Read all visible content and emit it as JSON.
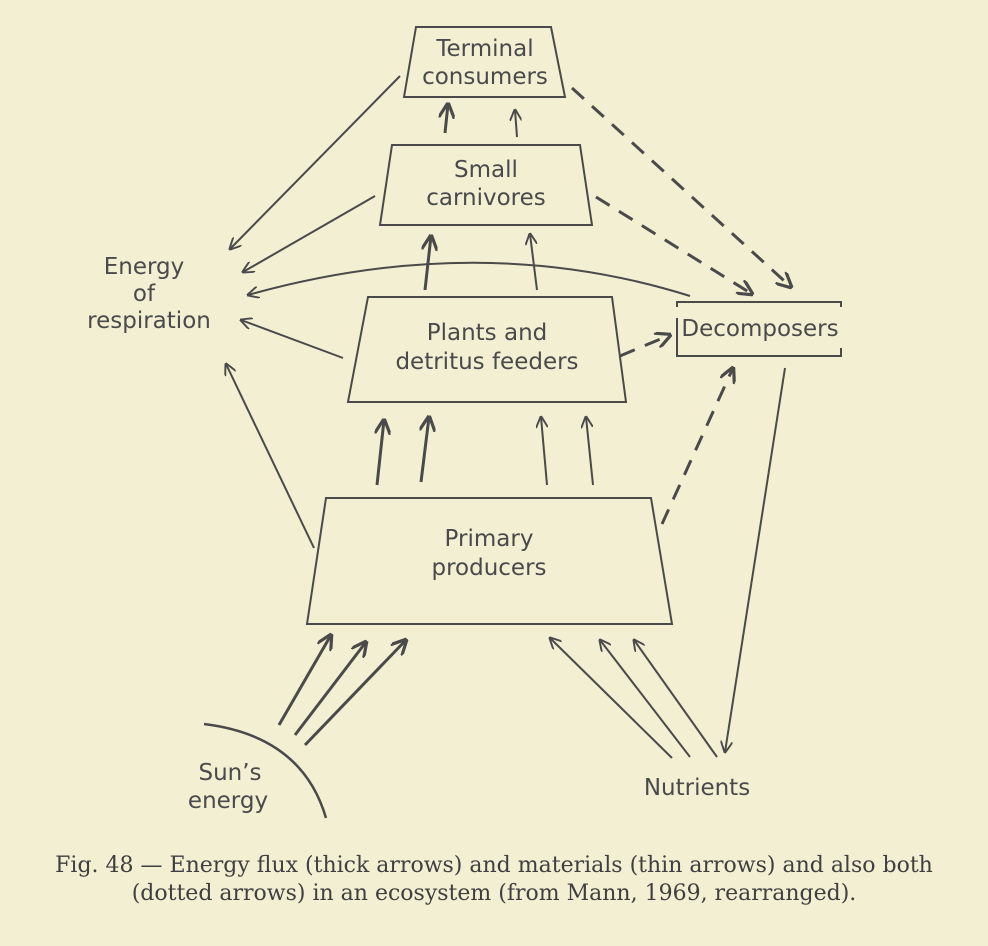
{
  "nodes": {
    "terminal_consumers": [
      "Terminal",
      "consumers"
    ],
    "small_carnivores": [
      "Small",
      "carnivores"
    ],
    "plants_detritus_feeders": [
      "Plants and",
      "detritus feeders"
    ],
    "primary_producers": [
      "Primary",
      "producers"
    ],
    "decomposers": [
      "Decomposers"
    ],
    "energy_of_respiration": [
      "Energy",
      "of",
      "respiration"
    ],
    "suns_energy": [
      "Sun’s",
      "energy"
    ],
    "nutrients": [
      "Nutrients"
    ]
  },
  "caption": {
    "line1": "Fig. 48 — Energy flux (thick arrows) and materials (thin arrows) and also both",
    "line2": "(dotted arrows) in an ecosystem (from Mann, 1969, rearranged)."
  },
  "legend": {
    "energy": "thick",
    "materials": "thin",
    "both": "dashed"
  },
  "colors": {
    "background": "#f3efd3",
    "ink": "#4a4a4a"
  }
}
